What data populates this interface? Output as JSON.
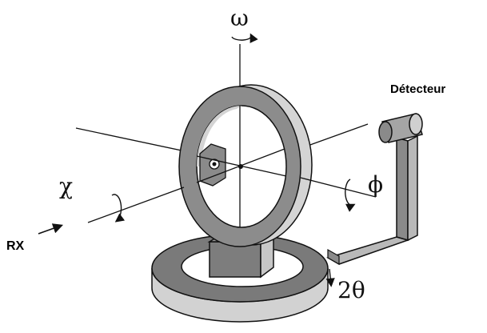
{
  "labels": {
    "omega": "ω",
    "chi": "χ",
    "phi": "ϕ",
    "two_theta": "2θ",
    "detector": "Détecteur",
    "rx": "RX"
  },
  "colors": {
    "ring_face": "#8c8c8c",
    "ring_side": "#d4d4d4",
    "base_face": "#7a7a7a",
    "base_side": "#d2d2d2",
    "arm": "#8a8a8a",
    "arm_light": "#b9b9b9",
    "block": "#7d7d7d",
    "block_light": "#c7c7c7",
    "line": "#111111"
  }
}
